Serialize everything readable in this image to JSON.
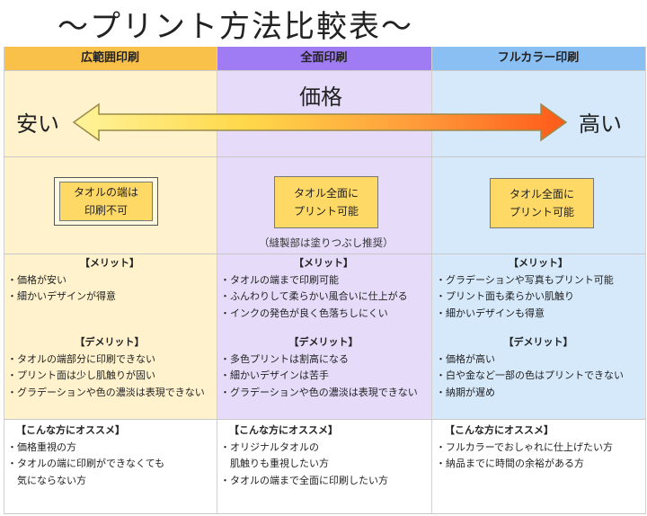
{
  "title": "〜プリント方法比較表〜",
  "columns": [
    {
      "header": "広範囲印刷",
      "header_color": "#f9c04a",
      "bg": "#fff2cc"
    },
    {
      "header": "全面印刷",
      "header_color": "#9f7cf3",
      "bg": "#e6dcfa"
    },
    {
      "header": "フルカラー印刷",
      "header_color": "#89bff2",
      "bg": "#d6e9fb"
    }
  ],
  "price": {
    "label": "価格",
    "low": "安い",
    "high": "高い"
  },
  "print_area": [
    {
      "lines": [
        "タオルの端は",
        "印刷不可"
      ]
    },
    {
      "lines": [
        "タオル全面に",
        "プリント可能"
      ],
      "note": "（縫製部は塗りつぶし推奨）"
    },
    {
      "lines": [
        "タオル全面に",
        "プリント可能"
      ]
    }
  ],
  "merits_heading": "【メリット】",
  "demerits_heading": "【デメリット】",
  "recommend_heading": "【こんな方にオススメ】",
  "merits": [
    [
      "・価格が安い",
      "・細かいデザインが得意"
    ],
    [
      "・タオルの端まで印刷可能",
      "・ふんわりして柔らかい風合いに仕上がる",
      "・インクの発色が良く色落ちしにくい"
    ],
    [
      "・グラデーションや写真もプリント可能",
      "・プリント面も柔らかい肌触り",
      "・細かいデザインも得意"
    ]
  ],
  "demerits": [
    [
      "・タオルの端部分に印刷できない",
      "・プリント面は少し肌触りが固い",
      "・グラデーションや色の濃淡は表現できない"
    ],
    [
      "・多色プリントは割高になる",
      "・細かいデザインは苦手",
      "・グラデーションや色の濃淡は表現できない"
    ],
    [
      "・価格が高い",
      "・白や金など一部の色はプリントできない",
      "・納期が遅め"
    ]
  ],
  "recommend": [
    [
      "・価格重視の方",
      "・タオルの端に印刷ができなくても",
      "　気にならない方"
    ],
    [
      "・オリジナルタオルの",
      "　肌触りも重視したい方",
      "・タオルの端まで全面に印刷したい方"
    ],
    [
      "・フルカラーでおしゃれに仕上げたい方",
      "・納品までに時間の余裕がある方"
    ]
  ]
}
